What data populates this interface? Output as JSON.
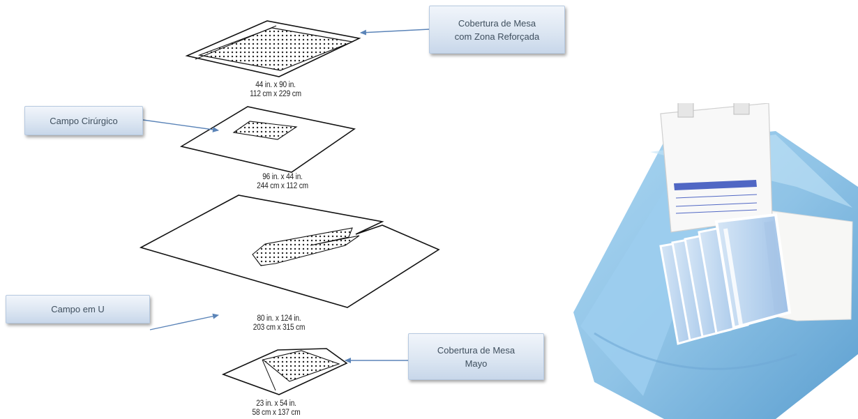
{
  "callouts": {
    "table_cover_reinforced": [
      "Cobertura de Mesa",
      "com Zona Reforçada"
    ],
    "surgical_drape": [
      "Campo Cirúrgico"
    ],
    "u_drape": [
      "Campo em U"
    ],
    "mayo_cover": [
      "Cobertura de Mesa",
      "Mayo"
    ]
  },
  "dimensions": {
    "table_cover": [
      "44 in. x 90 in.",
      "112 cm x 229 cm"
    ],
    "surgical_drape": [
      "96 in. x 44 in.",
      "244 cm x 112 cm"
    ],
    "u_drape": [
      "80 in. x 124 in.",
      "203 cm x 315 cm"
    ],
    "mayo_cover": [
      "23 in. x 54 in.",
      "58 cm x 137 cm"
    ]
  },
  "colors": {
    "callout_text": "#3f4f5e",
    "callout_fill": "#dce6f2",
    "arrow": "#5b84b8",
    "line_art": "#111111",
    "drape_blue": "#8fc3e6"
  }
}
